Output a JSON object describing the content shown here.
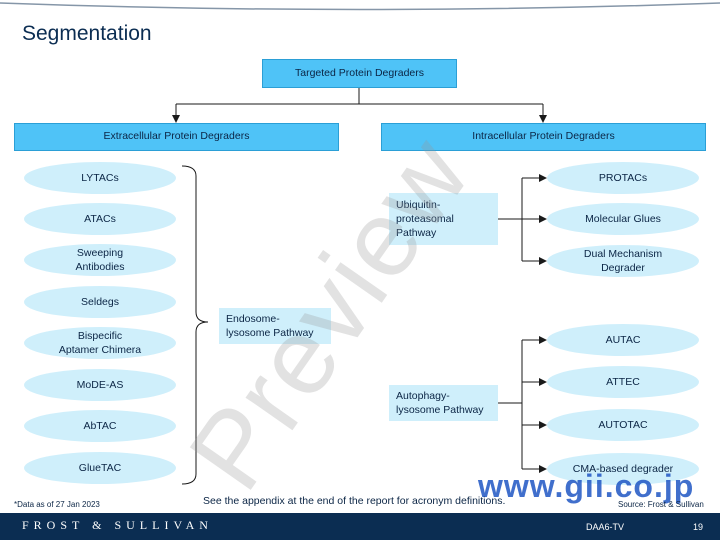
{
  "page": {
    "title": "Segmentation"
  },
  "diagram": {
    "root": "Targeted Protein Degraders",
    "extracellular": {
      "header": "Extracellular Protein Degraders",
      "items": [
        "LYTACs",
        "ATACs",
        "Sweeping\nAntibodies",
        "Seldegs",
        "Bispecific\nAptamer Chimera",
        "MoDE-AS",
        "AbTAC",
        "GlueTAC"
      ],
      "pathway": "Endosome-\nlysosome Pathway"
    },
    "intracellular": {
      "header": "Intracellular Protein Degraders",
      "ubiquitin": {
        "pathway": "Ubiquitin-\nproteasomal\nPathway",
        "items": [
          "PROTACs",
          "Molecular Glues",
          "Dual Mechanism\nDegrader"
        ]
      },
      "autophagy": {
        "pathway": "Autophagy-\nlysosome Pathway",
        "items": [
          "AUTAC",
          "ATTEC",
          "AUTOTAC",
          "CMA-based degrader"
        ]
      }
    }
  },
  "footer": {
    "note": "*Data as of 27 Jan 2023",
    "appendix": "See the appendix at the end of the report for acronym definitions.",
    "source": "Source: Frost & Sullivan",
    "brand": "FROST & SULLIVAN",
    "doc_code": "DAA6-TV",
    "page_number": "19"
  },
  "watermark": {
    "text": "Preview",
    "site": "www.gii.co.jp"
  },
  "colors": {
    "header_fill": "#4fc3f7",
    "pill_fill": "#cfeffb",
    "navy": "#0b2d52",
    "connector": "#1a1a1a"
  }
}
